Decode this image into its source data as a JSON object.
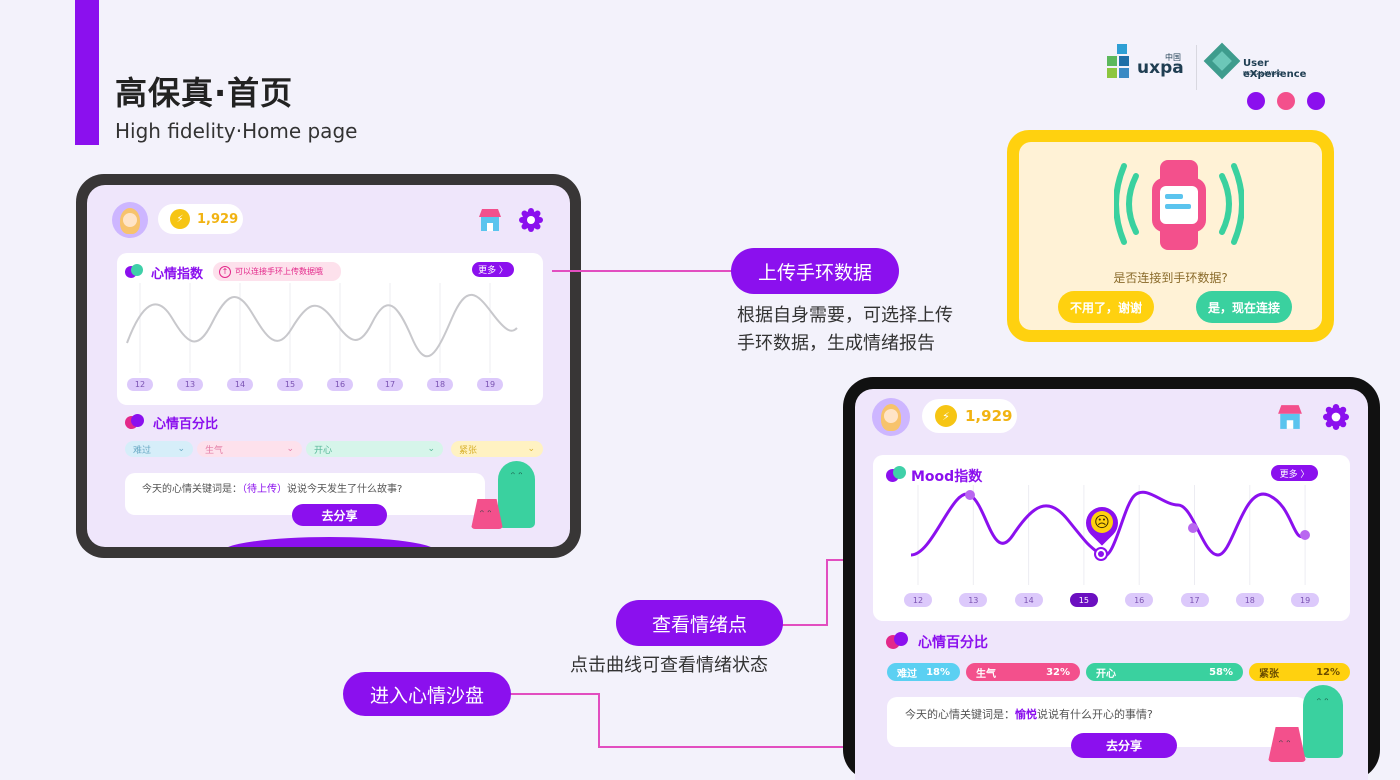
{
  "heading": {
    "title_cn": "高保真·首页",
    "title_en": "High fidelity·Home page"
  },
  "logos": {
    "uxpa": "uxpa",
    "uxpa_cn": "中国",
    "uea_title": "User eXperience",
    "uea_sub": "DESIGN AWARD"
  },
  "page_dots": [
    "#8b10ee",
    "#f3508c",
    "#8b10ee"
  ],
  "device_left": {
    "coins": "1,929",
    "coin_symbol": "⚡",
    "mood_index_title": "心情指数",
    "upload_hint": "可以连接手环上传数据哦",
    "more": "更多 〉",
    "days": [
      "12",
      "13",
      "14",
      "15",
      "16",
      "17",
      "18",
      "19"
    ],
    "mood_percent_title": "心情百分比",
    "chips": [
      "难过",
      "生气",
      "开心",
      "紧张"
    ],
    "keyword_prefix": "今天的心情关键词是：",
    "keyword": "（待上传）",
    "keyword_suffix": "说说今天发生了什么故事?",
    "share": "去分享"
  },
  "device_right": {
    "coins": "1,929",
    "coin_symbol": "⚡",
    "mood_index_title": "Mood指数",
    "more": "更多 〉",
    "days": [
      "12",
      "13",
      "14",
      "15",
      "16",
      "17",
      "18",
      "19"
    ],
    "active_day": "15",
    "mood_percent_title": "心情百分比",
    "bars": [
      {
        "label": "难过",
        "value": "18%",
        "color": "#5bd0f2"
      },
      {
        "label": "生气",
        "value": "32%",
        "color": "#f3508c"
      },
      {
        "label": "开心",
        "value": "58%",
        "color": "#3ad19f"
      },
      {
        "label": "紧张",
        "value": "12%",
        "color": "#ffd10f"
      }
    ],
    "keyword_prefix": "今天的心情关键词是：",
    "keyword": "愉悦",
    "keyword_suffix": "说说有什么开心的事情?",
    "share": "去分享",
    "face": "☹"
  },
  "modal": {
    "question": "是否连接到手环数据?",
    "decline": "不用了，谢谢",
    "accept": "是，现在连接"
  },
  "callouts": {
    "upload": "上传手环数据",
    "upload_desc_1": "根据自身需要，可选择上传",
    "upload_desc_2": "手环数据，生成情绪报告",
    "view_points": "查看情绪点",
    "view_points_desc": "点击曲线可查看情绪状态",
    "sandbox": "进入心情沙盘"
  }
}
